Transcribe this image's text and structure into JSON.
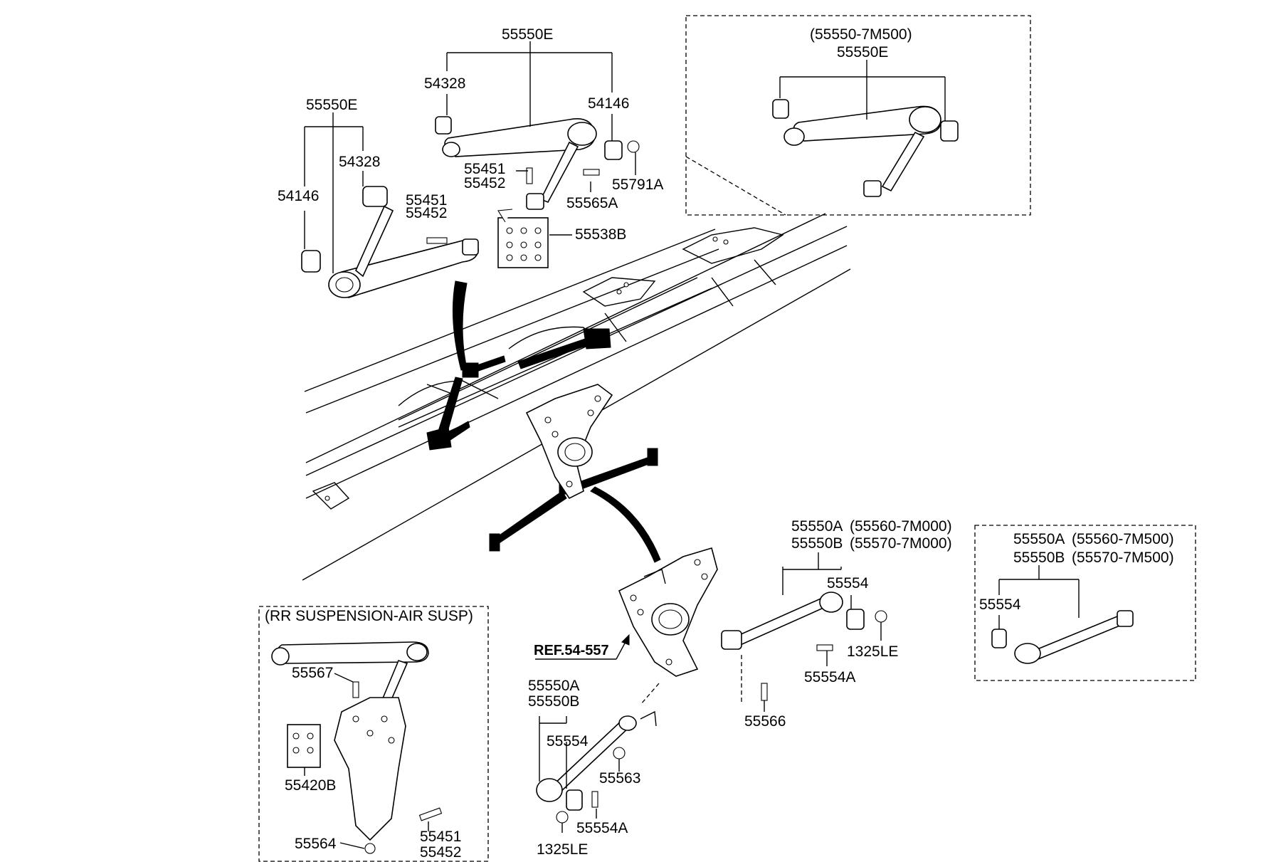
{
  "labels": {
    "top_center_main": "55550E",
    "top_center_left_bushing": "54328",
    "top_center_right_bushing": "54146",
    "top_center_bolt_a": "55451",
    "top_center_bolt_b": "55452",
    "top_center_bolt_2": "55565A",
    "top_center_nut": "55791A",
    "top_center_plate": "55538B",
    "top_left_main": "55550E",
    "top_left_bushing_upper": "54328",
    "top_left_bushing_lower": "54146",
    "top_left_bolt_a": "55451",
    "top_left_bolt_b": "55452",
    "box_top_right_code": "(55550-7M500)",
    "box_top_right_main": "55550E",
    "right_mid_main_a": "55550A",
    "right_mid_main_a_code": "(55560-7M000)",
    "right_mid_main_b": "55550B",
    "right_mid_main_b_code": "(55570-7M000)",
    "right_mid_bushing": "55554",
    "right_mid_nut": "1325LE",
    "right_mid_bolt": "55554A",
    "right_mid_bolt_2": "55566",
    "box_right_main_a": "55550A",
    "box_right_main_a_code": "(55560-7M500)",
    "box_right_main_b": "55550B",
    "box_right_main_b_code": "(55570-7M500)",
    "box_right_bushing": "55554",
    "reference": "REF.54-557",
    "bottom_center_main_a": "55550A",
    "bottom_center_main_b": "55550B",
    "bottom_center_bushing": "55554",
    "bottom_center_nut_2": "55563",
    "bottom_center_bolt": "55554A",
    "bottom_center_nut": "1325LE",
    "box_bottom_left_title": "(RR SUSPENSION-AIR SUSP)",
    "box_bottom_left_bolt": "55567",
    "box_bottom_left_plate": "55420B",
    "box_bottom_left_nut": "55564",
    "box_bottom_left_bolt_a": "55451",
    "box_bottom_left_bolt_b": "55452"
  },
  "icons": {
    "arm": "a-arm-icon",
    "bushing": "bushing-icon",
    "bolt": "bolt-icon",
    "nut": "nut-icon",
    "frame": "chassis-frame-icon",
    "bracket": "bracket-icon"
  }
}
